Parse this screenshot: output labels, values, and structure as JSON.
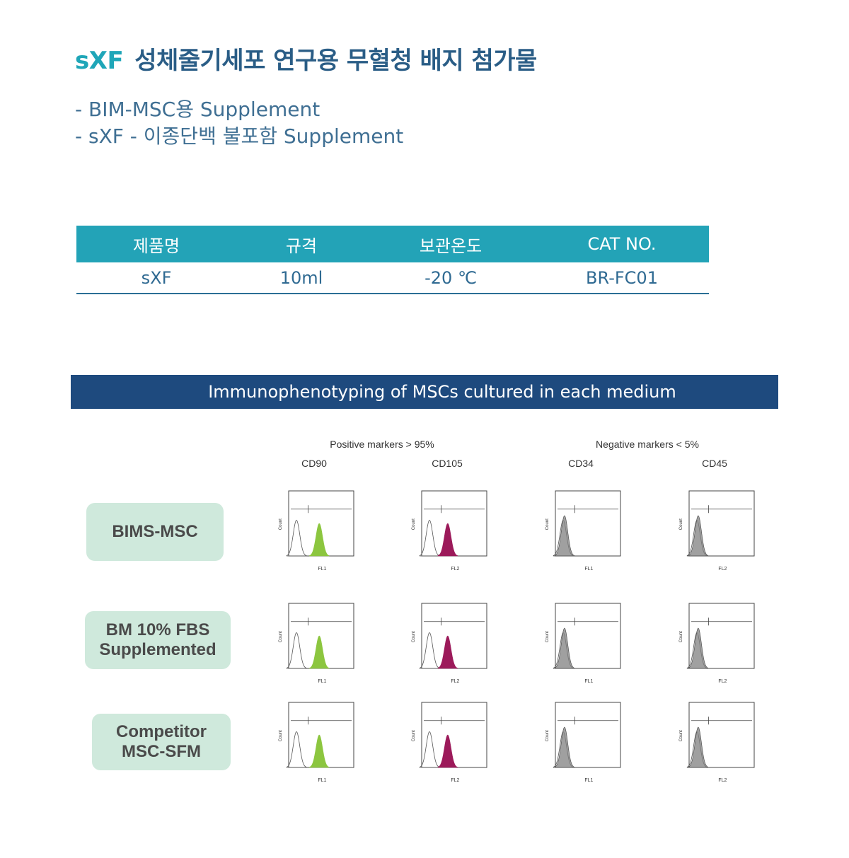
{
  "header": {
    "brand": "sXF",
    "title": "성체줄기세포 연구용 무혈청 배지 첨가물"
  },
  "features": [
    "- BIM-MSC용 Supplement",
    "- sXF - 이종단백 불포함 Supplement"
  ],
  "spec_table": {
    "headers": [
      "제품명",
      "규격",
      "보관온도",
      "CAT NO."
    ],
    "rows": [
      [
        "sXF",
        "10ml",
        "-20 ℃",
        "BR-FC01"
      ]
    ]
  },
  "figure": {
    "banner": "Immunophenotyping of MSCs cultured in each medium",
    "positive_group": "Positive markers > 95%",
    "negative_group": "Negative markers < 5%",
    "markers": [
      "CD90",
      "CD105",
      "CD34",
      "CD45"
    ],
    "row_labels": [
      {
        "line1": "BIMS-MSC",
        "line2": ""
      },
      {
        "line1": "BM 10% FBS",
        "line2": "Supplemented"
      },
      {
        "line1": "Competitor",
        "line2": "MSC-SFM"
      }
    ],
    "x_axis_labels": [
      "FL1",
      "FL2",
      "FL1",
      "FL2"
    ],
    "y_axis_label": "Count",
    "colors": {
      "cd90": "#8cc63f",
      "cd105": "#9c1a5a",
      "negative": "#808080"
    }
  }
}
